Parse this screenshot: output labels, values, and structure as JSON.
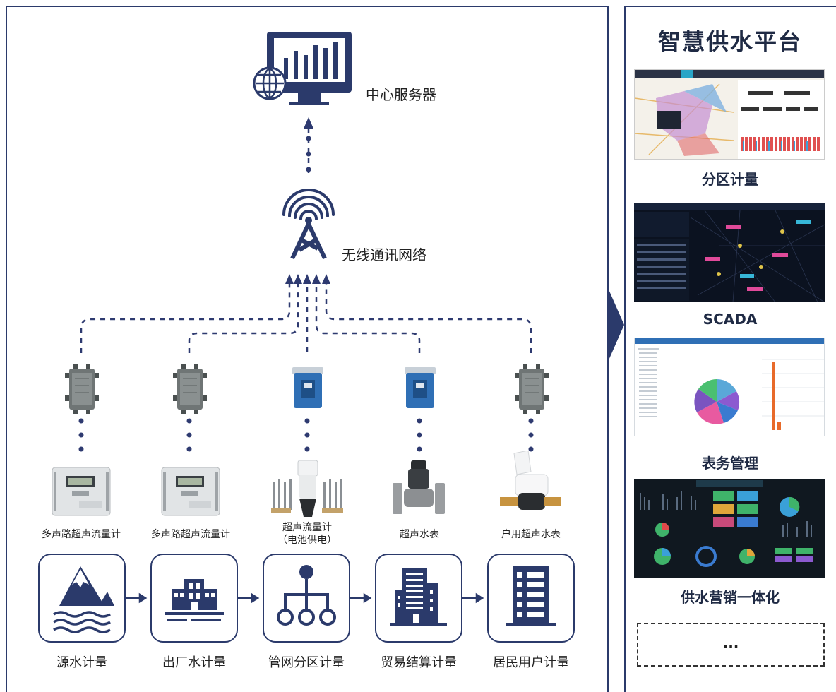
{
  "server": {
    "label": "中心服务器",
    "icon": "monitor-globe-icon"
  },
  "network": {
    "label": "无线通讯网络",
    "icon": "signal-tower-icon"
  },
  "devices": [
    {
      "label": "多声路超声流量计",
      "label2": "",
      "terminal": "rtu-box"
    },
    {
      "label": "多声路超声流量计",
      "label2": "",
      "terminal": "rtu-box"
    },
    {
      "label": "超声流量计",
      "label2": "（电池供电）",
      "terminal": "battery-box"
    },
    {
      "label": "超声水表",
      "label2": "",
      "terminal": "battery-box"
    },
    {
      "label": "户用超声水表",
      "label2": "",
      "terminal": "rtu-box"
    }
  ],
  "stages": [
    {
      "label": "源水计量",
      "icon": "mountain-water-icon"
    },
    {
      "label": "出厂水计量",
      "icon": "factory-icon"
    },
    {
      "label": "管网分区计量",
      "icon": "pipe-network-icon"
    },
    {
      "label": "贸易结算计量",
      "icon": "office-building-icon"
    },
    {
      "label": "居民用户计量",
      "icon": "apartment-icon"
    }
  ],
  "platform": {
    "title": "智慧供水平台",
    "modules": [
      {
        "label": "分区计量"
      },
      {
        "label": "SCADA"
      },
      {
        "label": "表务管理"
      },
      {
        "label": "供水营销一体化"
      }
    ],
    "more": "..."
  },
  "colors": {
    "navy": "#2b3a6b",
    "accent": "#1f2a44",
    "dash": "#2e3a70"
  }
}
